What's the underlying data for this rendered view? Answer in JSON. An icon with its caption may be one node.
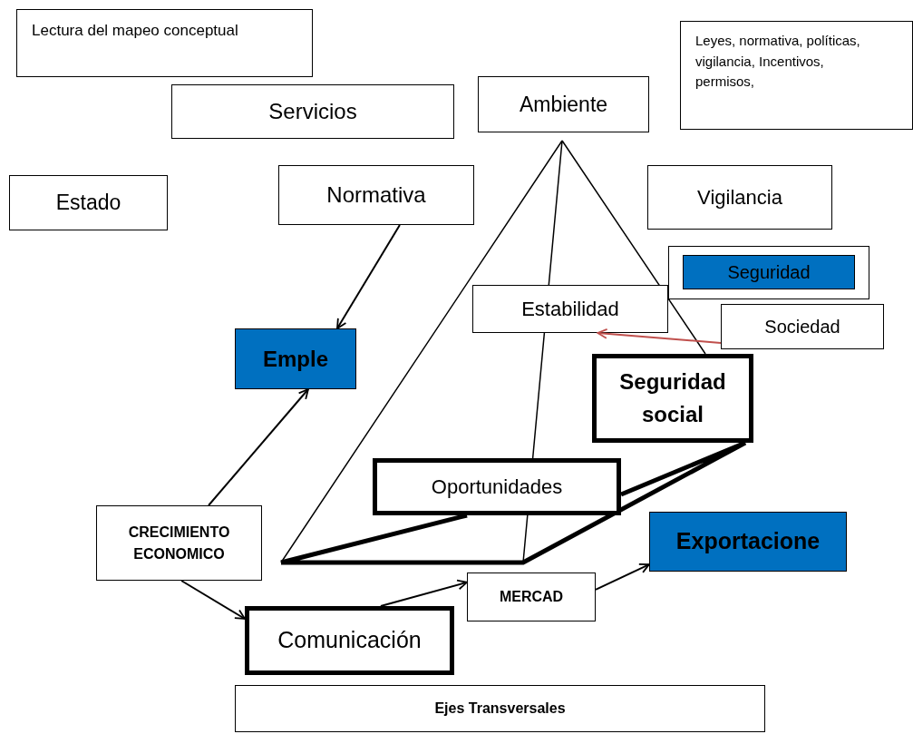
{
  "diagram": {
    "nodes": [
      {
        "text": [
          "Lectura del mapeo conceptual"
        ]
      },
      {
        "text": [
          "Servicios"
        ]
      },
      {
        "text": [
          "Ambiente"
        ]
      },
      {
        "text": [
          "Leyes, normativa, políticas, vigilancia, Incentivos, permisos,"
        ]
      },
      {
        "text": [
          "Estado"
        ]
      },
      {
        "text": [
          "Normativa"
        ]
      },
      {
        "text": [
          "Vigilancia"
        ]
      },
      {
        "text": [],
        "shape": "box"
      },
      {
        "text": [
          "Seguridad"
        ],
        "in": 7
      },
      {
        "text": [
          "Estabilidad"
        ]
      },
      {
        "text": [
          "Sociedad"
        ]
      },
      {
        "text": [
          "Emple"
        ]
      },
      {
        "text": [
          "Seguridad social"
        ]
      },
      {
        "text": [
          "Oportunidades"
        ]
      },
      {
        "text": [
          "CRECIMIENTO ECONOMICO"
        ]
      },
      {
        "text": [
          "Exportacione"
        ]
      },
      {
        "text": [
          "MERCAD"
        ]
      },
      {
        "text": [
          "Comunicación"
        ]
      },
      {
        "text": [
          "Ejes  Transversales"
        ]
      }
    ],
    "edges": [
      {
        "from": 5,
        "to": 11,
        "arrow": "to"
      },
      {
        "from": 14,
        "to": 11,
        "arrow": "to"
      },
      {
        "from": 14,
        "to": 17,
        "arrow": "to"
      },
      {
        "from": 17,
        "to": 16,
        "arrow": "to"
      },
      {
        "from": 16,
        "to": 15,
        "arrow": "to"
      },
      {
        "from": 10,
        "to": 9,
        "arrow": "to",
        "color": "#c0504d"
      }
    ]
  }
}
